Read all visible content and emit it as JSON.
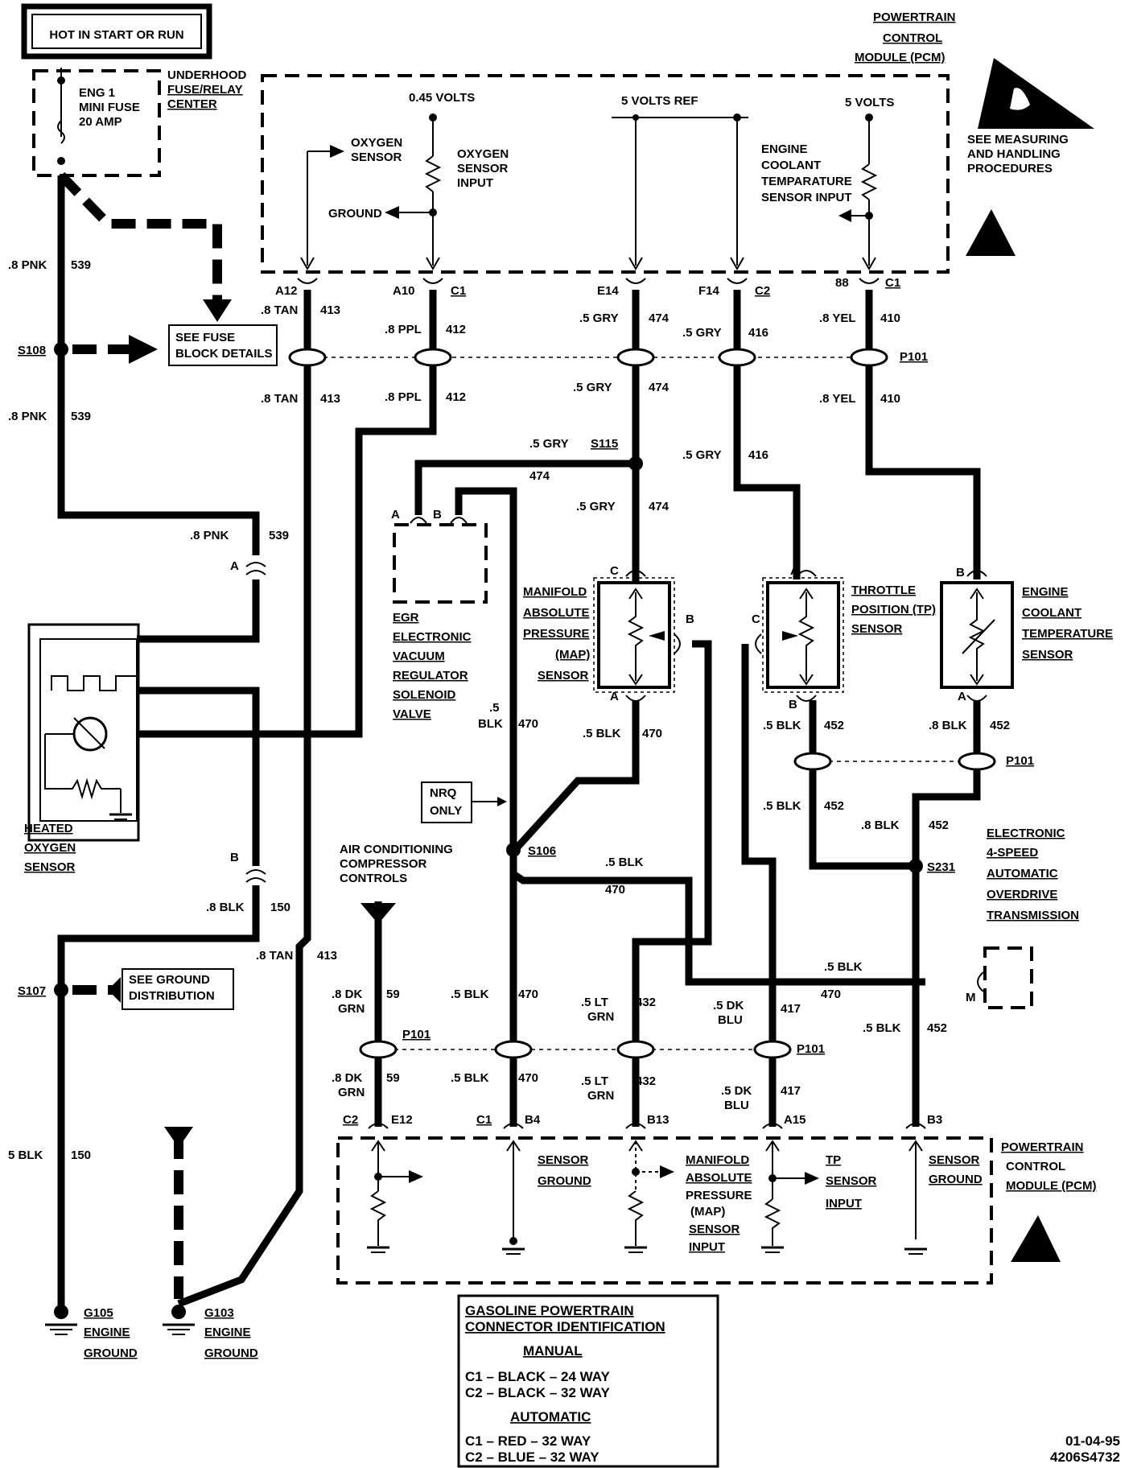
{
  "header": {
    "hot_label": "HOT IN START OR RUN",
    "pcm_title_lines": [
      "POWERTRAIN",
      "CONTROL",
      "MODULE (PCM)"
    ],
    "esd_note_lines": [
      "SEE MEASURING",
      "AND HANDLING",
      "PROCEDURES"
    ]
  },
  "fuse": {
    "name_lines": [
      "ENG 1",
      "MINI FUSE",
      "20 AMP"
    ],
    "center_lines": [
      "UNDERHOOD",
      "FUSE/RELAY",
      "CENTER"
    ]
  },
  "pcm_top": {
    "o2_volts": "0.45 VOLTS",
    "ref_5v": "5 VOLTS REF",
    "v5": "5 VOLTS",
    "oxygen_sensor_lines": [
      "OXYGEN",
      "SENSOR"
    ],
    "oxygen_input_lines": [
      "OXYGEN",
      "SENSOR",
      "INPUT"
    ],
    "ground": "GROUND",
    "ect_input_lines": [
      "ENGINE",
      "COOLANT",
      "TEMPARATURE",
      "SENSOR INPUT"
    ]
  },
  "pins_top": [
    {
      "pin": "A12",
      "conn": ""
    },
    {
      "pin": "A10",
      "conn": "C1"
    },
    {
      "pin": "E14",
      "conn": ""
    },
    {
      "pin": "F14",
      "conn": "C2"
    },
    {
      "pin": "88",
      "conn": "C1"
    }
  ],
  "wires": {
    "pnk_08": ".8 PNK",
    "c539": "539",
    "tan_08": ".8 TAN",
    "c413": "413",
    "ppl_08": ".8 PPL",
    "c412": "412",
    "gry_05": ".5 GRY",
    "c474": "474",
    "c416": "416",
    "yel_08": ".8 YEL",
    "c410": "410",
    "blk_05": ".5 BLK",
    "blk_08": ".8 BLK",
    "blk_5": "5 BLK",
    "blk_split_a": ".5",
    "blk_split_b": "BLK",
    "c470": "470",
    "c452": "452",
    "c150": "150",
    "dkgrn_a": ".8 DK",
    "dkgrn_b": "GRN",
    "c59": "59",
    "ltgrn_a": ".5 LT",
    "ltgrn_b": "GRN",
    "c432": "432",
    "dkblu_a": ".5 DK",
    "dkblu_b": "BLU",
    "c417": "417"
  },
  "splices": {
    "s108": "S108",
    "s115": "S115",
    "s106": "S106",
    "s231": "S231",
    "s107": "S107",
    "p101": "P101",
    "fuse_block_lines": [
      "SEE FUSE",
      "BLOCK DETAILS"
    ],
    "ground_dist_lines": [
      "SEE GROUND",
      "DISTRIBUTION"
    ],
    "nrq_lines": [
      "NRQ",
      "ONLY"
    ]
  },
  "components": {
    "egr_lines": [
      "EGR",
      "ELECTRONIC",
      "VACUUM",
      "REGULATOR",
      "SOLENOID",
      "VALVE"
    ],
    "map_lines": [
      "MANIFOLD",
      "ABSOLUTE",
      "PRESSURE",
      "(MAP)",
      "SENSOR"
    ],
    "tp_lines": [
      "THROTTLE",
      "POSITION (TP)",
      "SENSOR"
    ],
    "ect_lines": [
      "ENGINE",
      "COOLANT",
      "TEMPERATURE",
      "SENSOR"
    ],
    "ho2s_lines": [
      "HEATED",
      "OXYGEN",
      "SENSOR"
    ],
    "trans_lines": [
      "ELECTRONIC",
      "4-SPEED",
      "AUTOMATIC",
      "OVERDRIVE",
      "TRANSMISSION"
    ],
    "ac_lines": [
      "AIR CONDITIONING",
      "COMPRESSOR",
      "CONTROLS"
    ],
    "letters": {
      "a": "A",
      "b": "B",
      "c": "C",
      "m": "M"
    }
  },
  "pins_bottom": [
    {
      "pin": "E12",
      "conn": "C2"
    },
    {
      "pin": "B4",
      "conn": "C1"
    },
    {
      "pin": "B13",
      "conn": ""
    },
    {
      "pin": "A15",
      "conn": ""
    },
    {
      "pin": "B3",
      "conn": ""
    }
  ],
  "pcm_bottom": {
    "sensor_ground_lines": [
      "SENSOR",
      "GROUND"
    ],
    "map_input_lines": [
      "MANIFOLD",
      "ABSOLUTE",
      "PRESSURE",
      "(MAP)",
      "SENSOR",
      "INPUT"
    ],
    "tp_input_lines": [
      "TP",
      "SENSOR",
      "INPUT"
    ],
    "pcm_lines": [
      "POWERTRAIN",
      "CONTROL",
      "MODULE (PCM)"
    ]
  },
  "grounds": {
    "g105_lines": [
      "G105",
      "ENGINE",
      "GROUND"
    ],
    "g103_lines": [
      "G103",
      "ENGINE",
      "GROUND"
    ]
  },
  "connector_table": {
    "title_lines": [
      "GASOLINE POWERTRAIN",
      "CONNECTOR IDENTIFICATION"
    ],
    "manual": "MANUAL",
    "manual_rows": [
      "C1 – BLACK – 24 WAY",
      "C2 – BLACK – 32 WAY"
    ],
    "automatic": "AUTOMATIC",
    "auto_rows": [
      "C1 – RED – 32 WAY",
      "C2 – BLUE – 32 WAY"
    ]
  },
  "footer": {
    "date": "01-04-95",
    "number": "4206S4732"
  }
}
